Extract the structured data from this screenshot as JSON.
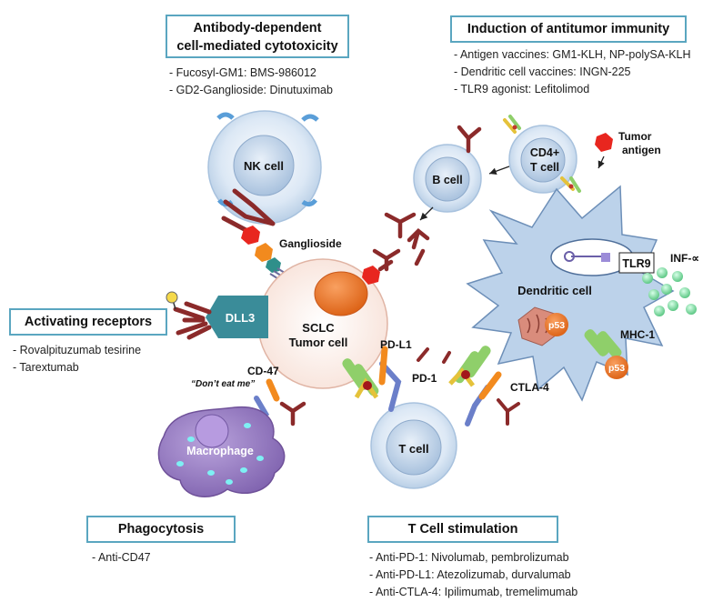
{
  "boxes": {
    "adcc_title_line1": "Antibody-dependent",
    "adcc_title_line2": "cell-mediated cytotoxicity",
    "antitumor_title": "Induction of antitumor immunity",
    "activating_title": "Activating receptors",
    "phagocytosis_title": "Phagocytosis",
    "tcell_stim_title": "T Cell stimulation"
  },
  "lists": {
    "adcc": [
      "- Fucosyl-GM1: BMS-986012",
      "- GD2-Ganglioside: Dinutuximab"
    ],
    "antitumor": [
      "- Antigen vaccines: GM1-KLH, NP-polySA-KLH",
      "- Dendritic cell vaccines: INGN-225",
      "- TLR9 agonist: Lefitolimod"
    ],
    "activating": [
      "- Rovalpituzumab tesirine",
      "- Tarextumab"
    ],
    "phagocytosis": [
      "- Anti-CD47"
    ],
    "tcell_stim": [
      "- Anti-PD-1: Nivolumab, pembrolizumab",
      "- Anti-PD-L1: Atezolizumab, durvalumab",
      "- Anti-CTLA-4: Ipilimumab, tremelimumab"
    ]
  },
  "labels": {
    "nk_cell": "NK cell",
    "ganglioside": "Ganglioside",
    "b_cell": "B cell",
    "cd4_line1": "CD4+",
    "cd4_line2": "T cell",
    "tumor_antigen_line1": "Tumor",
    "tumor_antigen_line2": "antigen",
    "tlr9": "TLR9",
    "inf": "INF-∝",
    "dendritic_cell": "Dendritic cell",
    "p53_a": "p53",
    "p53_b": "p53",
    "mhc1": "MHC-1",
    "dll3": "DLL3",
    "sclc_line1": "SCLC",
    "sclc_line2": "Tumor cell",
    "pdl1": "PD-L1",
    "pd1": "PD-1",
    "ctla4": "CTLA-4",
    "cd47": "CD-47",
    "dont_eat_me": "“Don’t eat me”",
    "macrophage": "Macrophage",
    "t_cell": "T cell"
  },
  "colors": {
    "box_border": "#5aa6c0",
    "cell_blue": "#c9dcef",
    "antibody": "#8b2a2a",
    "tumor_cell_fill": "#fbeee8",
    "tumor_cell_border": "#e0b4a4",
    "nucleus_orange": "#ee7a2c",
    "dll3_teal": "#3a8c99",
    "dendritic_fill": "#b8cfe8",
    "macrophage_purple": "#9a80c4",
    "inf_green": "#88d4a4",
    "hexagon_red": "#e8261f"
  }
}
